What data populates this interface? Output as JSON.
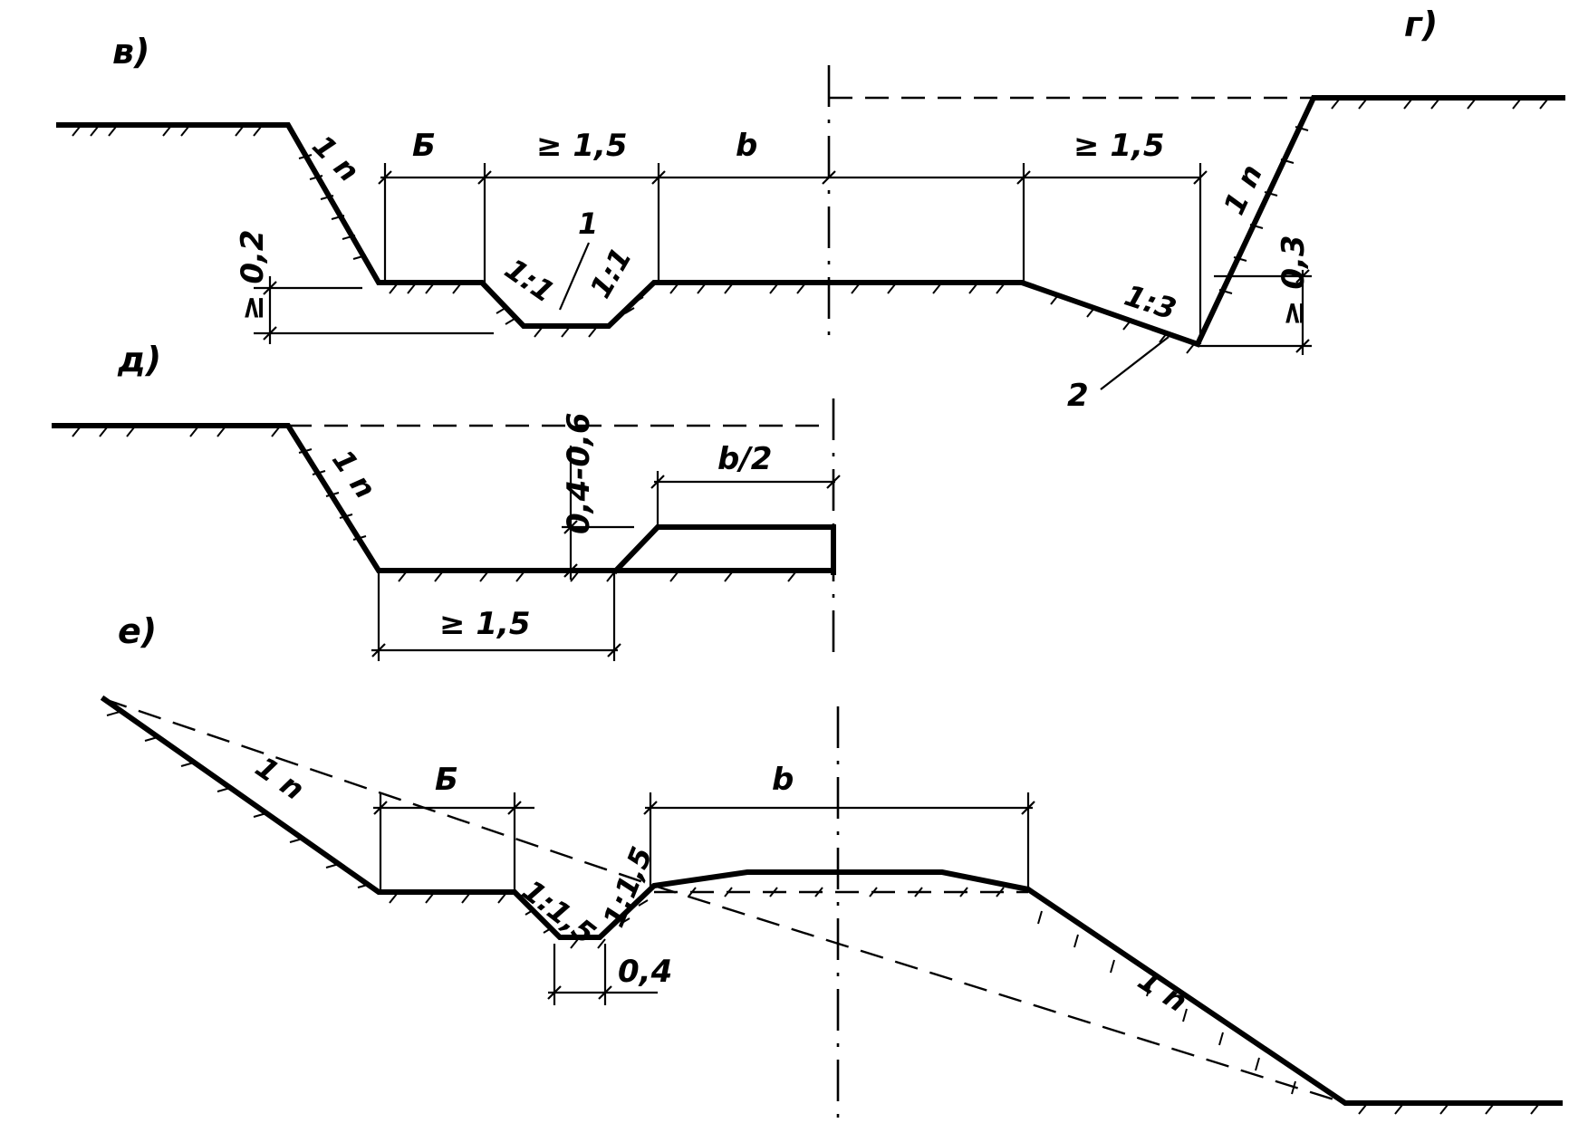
{
  "panels": {
    "v": "в)",
    "g": "г)",
    "d": "д)",
    "e": "е)"
  },
  "top": {
    "slope_left": "1 n",
    "slope_right": "1 n",
    "berm_width": "Б",
    "ditch_top": "≥ 1,5",
    "road_width": "b",
    "right_ditch": "≥ 1,5",
    "ditch_depth": "≥ 0,2",
    "ditch_slope_a": "1:1",
    "ditch_slope_b": "1:1",
    "ditch_slope_leader": "1",
    "right_slope": "1:3",
    "right_depth": "≥ 0,3",
    "callout": "2"
  },
  "middle": {
    "slope": "1 n",
    "step_height": "0,4-0,6",
    "half_width": "b/2",
    "bottom_width": "≥ 1,5"
  },
  "bottom": {
    "slope_left": "1 n",
    "slope_right": "1 n",
    "berm_width": "Б",
    "road_width": "b",
    "ditch_slope_a": "1:1,5",
    "ditch_slope_b": "1:1,5",
    "ditch_bottom": "0,4"
  }
}
